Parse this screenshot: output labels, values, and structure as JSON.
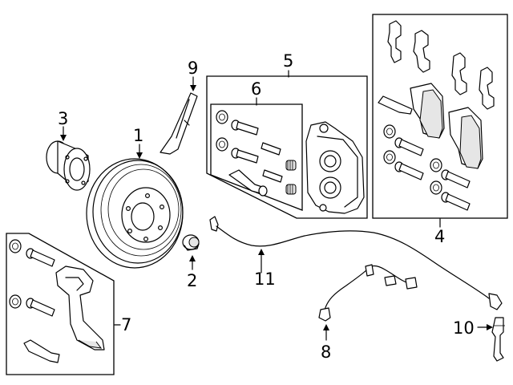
{
  "labels": {
    "p1": "1",
    "p2": "2",
    "p3": "3",
    "p4": "4",
    "p5": "5",
    "p6": "6",
    "p7": "7",
    "p8": "8",
    "p9": "9",
    "p10": "10",
    "p11": "11"
  },
  "colors": {
    "line": "#000000",
    "background": "#ffffff"
  }
}
